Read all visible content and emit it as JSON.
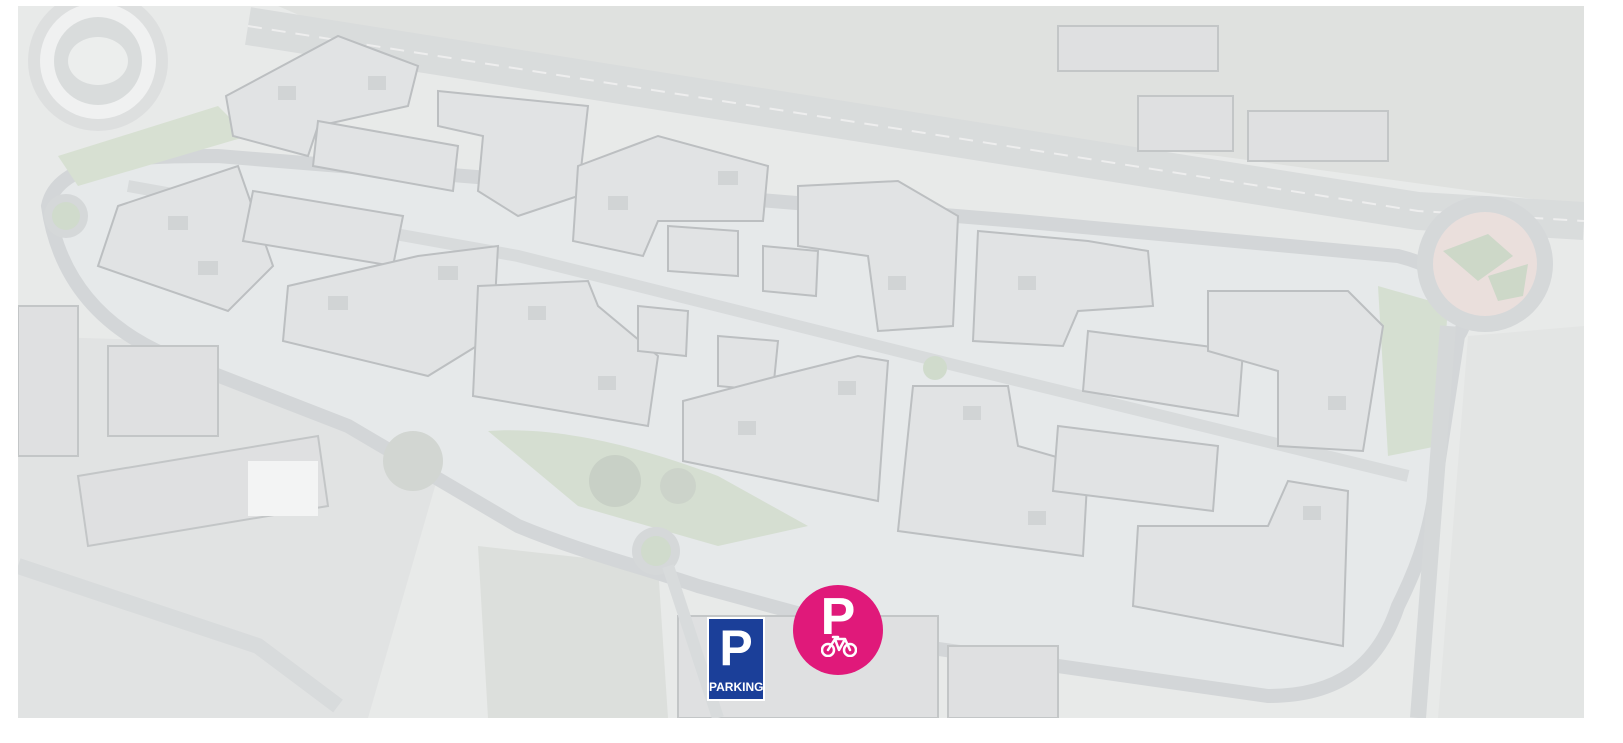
{
  "map": {
    "view": "aerial",
    "style": "washed-out satellite imagery of an office campus",
    "base_color": "#e4e6e6"
  },
  "markers": {
    "car_parking": {
      "icon": "car-parking-sign-icon",
      "letter": "P",
      "label": "PARKING",
      "color": "#1b3f99"
    },
    "bike_parking": {
      "icon": "bicycle-parking-icon",
      "letter": "P",
      "color": "#e0197a"
    }
  }
}
